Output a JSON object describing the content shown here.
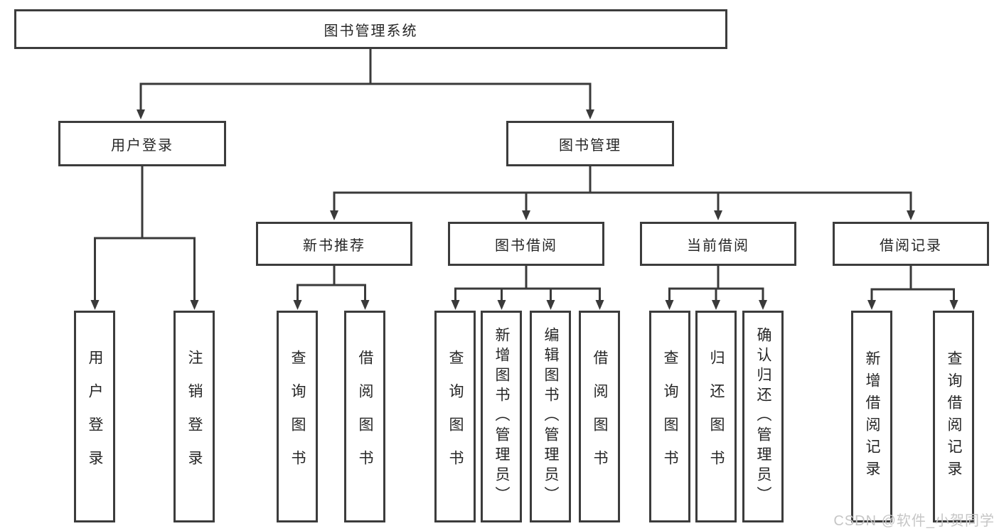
{
  "diagram": {
    "root": {
      "label": "图书管理系统"
    },
    "branches": [
      {
        "label": "用户登录",
        "children": [
          {
            "label": "用户登录"
          },
          {
            "label": "注销登录"
          }
        ]
      },
      {
        "label": "图书管理",
        "children": [
          {
            "label": "新书推荐",
            "children": [
              {
                "label": "查询图书"
              },
              {
                "label": "借阅图书"
              }
            ]
          },
          {
            "label": "图书借阅",
            "children": [
              {
                "label": "查询图书"
              },
              {
                "label": "新增图书（管理员）"
              },
              {
                "label": "编辑图书（管理员）"
              },
              {
                "label": "借阅图书"
              }
            ]
          },
          {
            "label": "当前借阅",
            "children": [
              {
                "label": "查询图书"
              },
              {
                "label": "归还图书"
              },
              {
                "label": "确认归还（管理员）"
              }
            ]
          },
          {
            "label": "借阅记录",
            "children": [
              {
                "label": "新增借阅记录"
              },
              {
                "label": "查询借阅记录"
              }
            ]
          }
        ]
      }
    ]
  },
  "watermark": {
    "text": "CSDN @软件_小贺同学"
  },
  "colors": {
    "line": "#3a3a3a",
    "box_border": "#3c3c3c",
    "text": "#262626",
    "watermark": "#c6c6c6",
    "background": "#ffffff"
  }
}
